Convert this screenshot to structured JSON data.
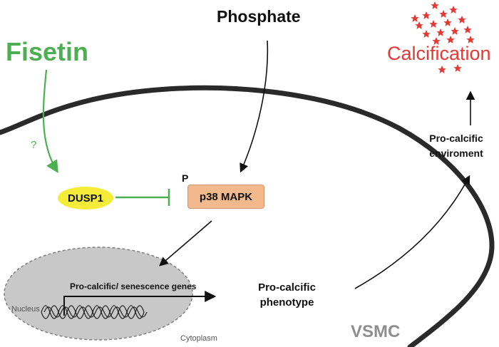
{
  "labels": {
    "fisetin": "Fisetin",
    "phosphate": "Phosphate",
    "calcification": "Calcification",
    "question": "?",
    "dusp1": "DUSP1",
    "p38": "p38 MAPK",
    "phospho": "P",
    "pro_calcific_env_line1": "Pro-calcific",
    "pro_calcific_env_line2": "enviroment",
    "genes": "Pro-calcific/ senescence genes",
    "phenotype_line1": "Pro-calcific",
    "phenotype_line2": "phenotype",
    "nucleus": "Nucleus",
    "cytoplasm": "Cytoplasm",
    "vsmc": "VSMC"
  },
  "colors": {
    "fisetin_green": "#4caf50",
    "calcification_red": "#e53935",
    "dusp1_fill": "#f5ec3a",
    "p38_fill": "#f2b98d",
    "p38_border": "#d9956a",
    "nucleus_fill": "#c8c8c8",
    "membrane": "#2a2a2a"
  }
}
